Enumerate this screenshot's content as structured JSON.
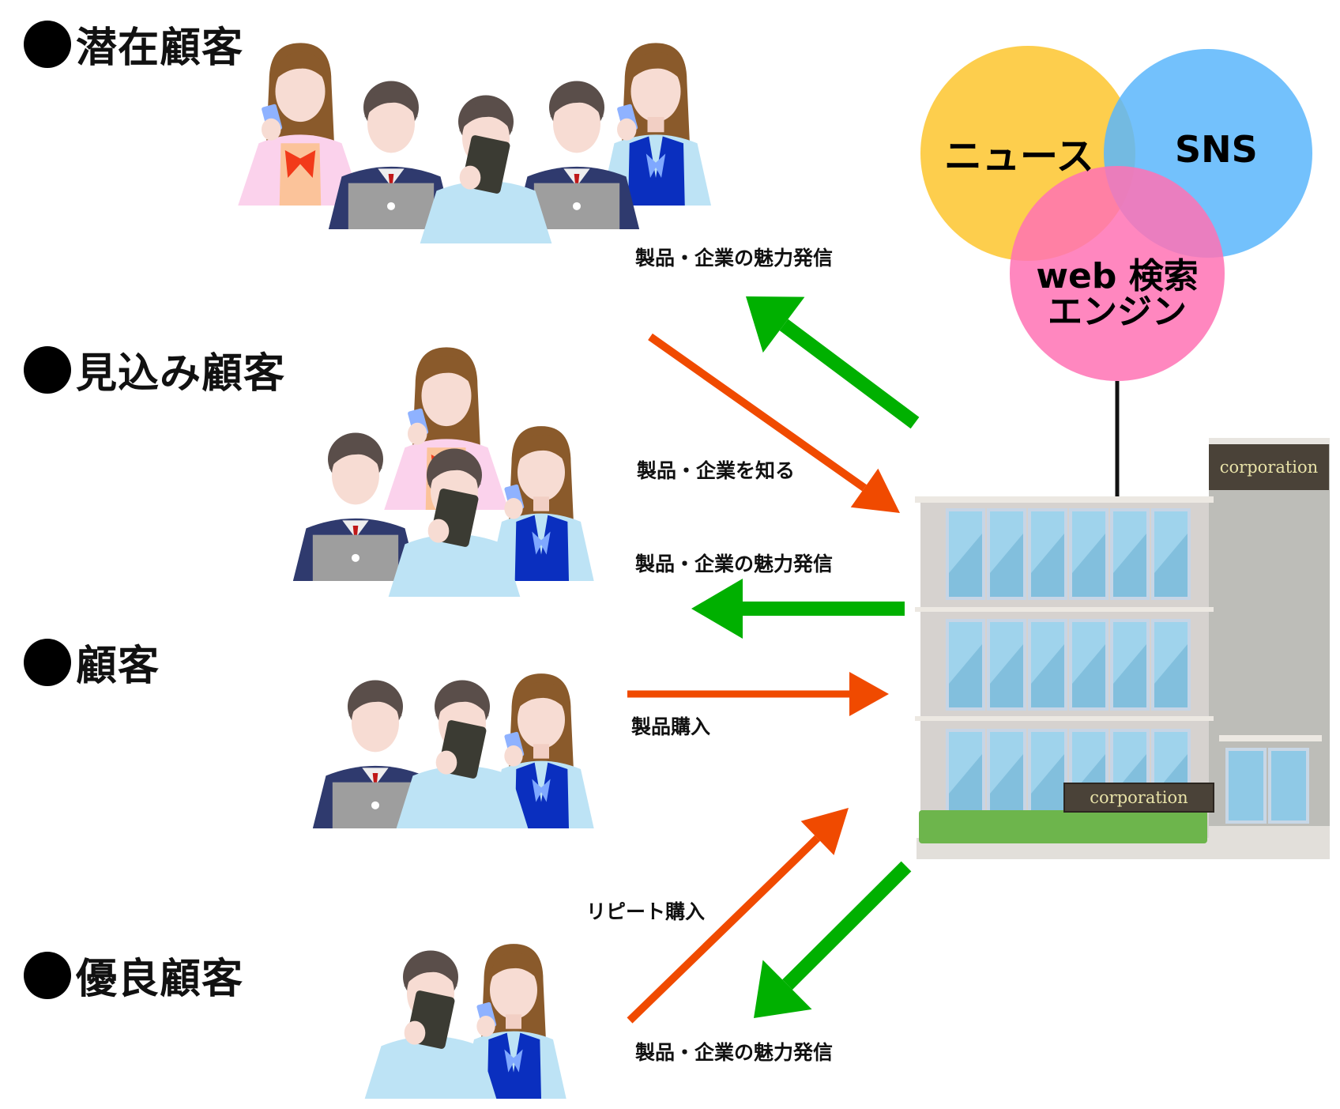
{
  "segments": [
    {
      "title": "潜在顧客"
    },
    {
      "title": "見込み顧客"
    },
    {
      "title": "顧客"
    },
    {
      "title": "優良顧客"
    }
  ],
  "flows": [
    {
      "label": "製品・企業の魅力発信",
      "direction": "company-to-customer",
      "color": "#00b000"
    },
    {
      "label": "製品・企業を知る",
      "direction": "customer-to-company",
      "color": "#f04a00"
    },
    {
      "label": "製品・企業の魅力発信",
      "direction": "company-to-customer",
      "color": "#00b000"
    },
    {
      "label": "製品購入",
      "direction": "customer-to-company",
      "color": "#f04a00"
    },
    {
      "label": "リピート購入",
      "direction": "customer-to-company",
      "color": "#f04a00"
    },
    {
      "label": "製品・企業の魅力発信",
      "direction": "company-to-customer",
      "color": "#00b000"
    }
  ],
  "channels": {
    "news": {
      "label": "ニュース",
      "color": "#fdc93a"
    },
    "sns": {
      "label": "SNS",
      "color": "#5ab6fb"
    },
    "search": {
      "label_line1": "web 検索",
      "label_line2": "エンジン",
      "color": "#ff72b4"
    }
  },
  "company": {
    "sign_top": "corporation",
    "sign_front": "corporation"
  }
}
